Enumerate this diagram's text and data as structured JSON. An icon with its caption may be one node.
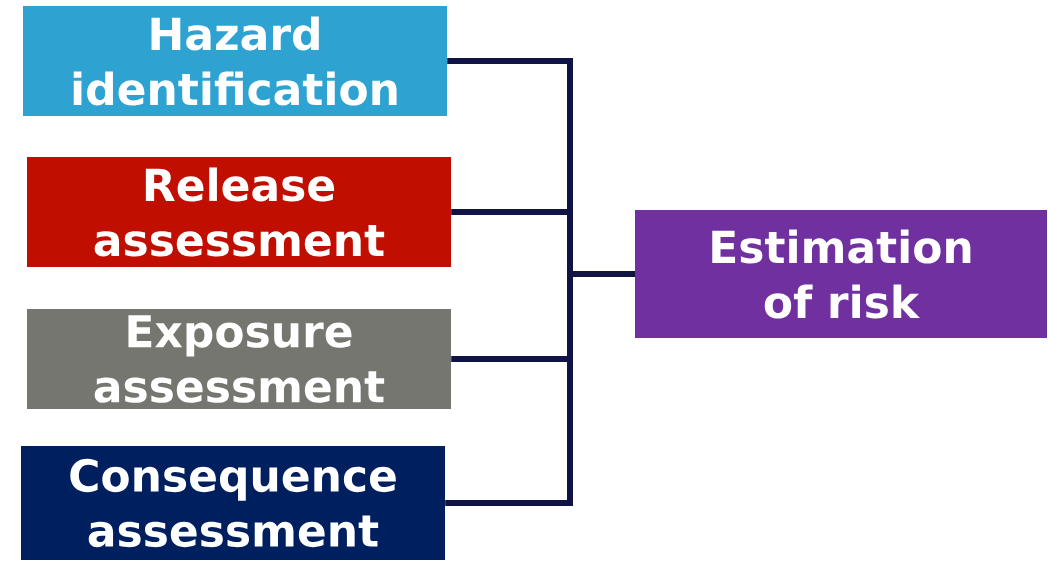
{
  "diagram": {
    "nodes": [
      {
        "text": [
          "Hazard identification"
        ]
      },
      {
        "text": [
          "Release assessment"
        ]
      },
      {
        "text": [
          "Exposure assessment"
        ]
      },
      {
        "text": [
          "Consequence assessment"
        ]
      },
      {
        "text": [
          "Estimation of risk"
        ]
      }
    ],
    "edges": [
      {
        "from": 0,
        "to": 4,
        "arrow": "none"
      },
      {
        "from": 1,
        "to": 4,
        "arrow": "none"
      },
      {
        "from": 2,
        "to": 4,
        "arrow": "none"
      },
      {
        "from": 3,
        "to": 4,
        "arrow": "none"
      }
    ]
  }
}
